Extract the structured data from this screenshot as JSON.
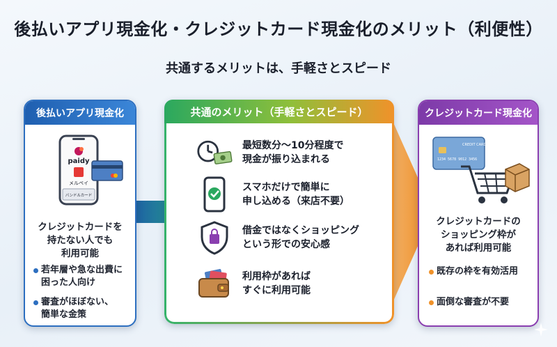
{
  "title": "後払いアプリ現金化・クレジットカード現金化のメリット（利便性）",
  "subtitle": "共通するメリットは、手軽さとスピード",
  "left": {
    "header": "後払いアプリ現金化",
    "phone_brand": "paidy",
    "phone_app2": "メルペイ",
    "phone_card": "バンドルカード",
    "desc": [
      "クレジットカードを",
      "持たない人でも",
      "利用可能"
    ],
    "bullets": [
      [
        "若年層や急な出費に",
        "困った人向け"
      ],
      [
        "審査がほぼない、",
        "簡単な金策"
      ]
    ]
  },
  "middle": {
    "header": "共通のメリット（手軽さとスピード）",
    "items": [
      {
        "icon": "clock-money-icon",
        "lines": [
          "最短数分〜10分程度で",
          "現金が振り込まれる"
        ]
      },
      {
        "icon": "smartphone-check-icon",
        "lines": [
          "スマホだけで簡単に",
          "申し込める（来店不要）"
        ]
      },
      {
        "icon": "shield-bag-icon",
        "lines": [
          "借金ではなくショッピング",
          "という形での安心感"
        ]
      },
      {
        "icon": "wallet-card-icon",
        "lines": [
          "利用枠があれば",
          "すぐに利用可能"
        ]
      }
    ]
  },
  "right": {
    "header": "クレジットカード現金化",
    "card_label": "CREDIT CARD",
    "card_number": "1234 5678 9012 3456",
    "desc": [
      "クレジットカードの",
      "ショッピング枠が",
      "あれば利用可能"
    ],
    "bullets": [
      "既存の枠を有効活用",
      "面倒な審査が不要"
    ]
  },
  "colors": {
    "blue": "#2d6fc0",
    "green": "#2aa85f",
    "orange": "#f0922a",
    "purple": "#8a3fb0"
  }
}
